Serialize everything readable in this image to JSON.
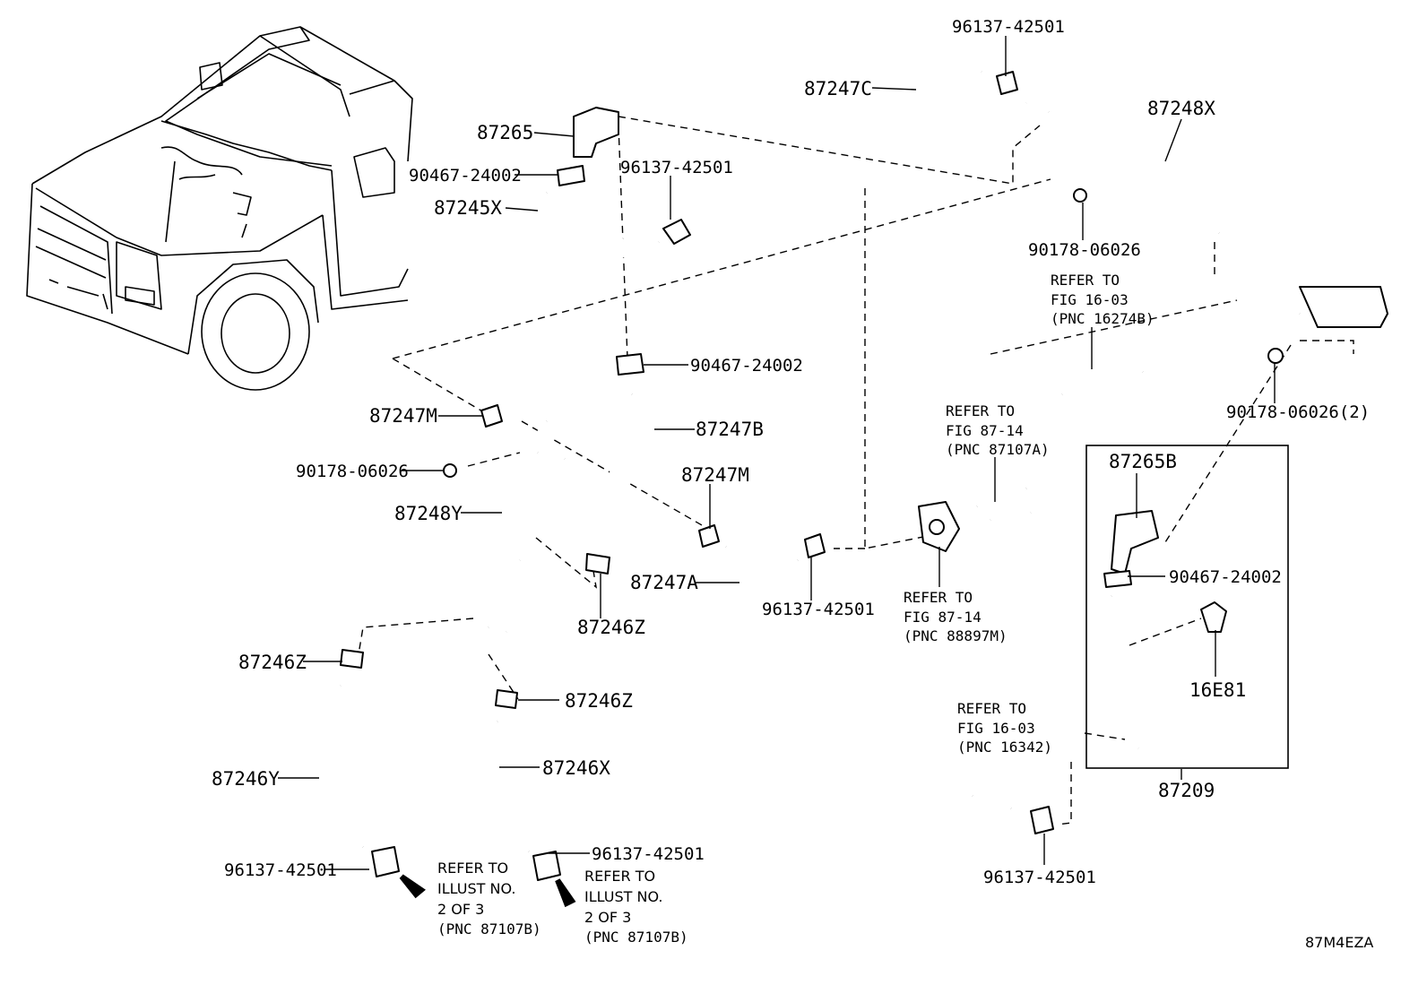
{
  "diagram_id": "87M4EZA",
  "labels": {
    "p87265": "87265",
    "p90467_top": "90467-24002",
    "p87245X": "87245X",
    "p96137_a": "96137-42501",
    "p96137_top": "96137-42501",
    "p87247C": "87247C",
    "p87248X": "87248X",
    "p90178_a": "90178-06026",
    "p90178_b": "90178-06026(2)",
    "p90467_mid": "90467-24002",
    "p87247M_a": "87247M",
    "p90178_c": "90178-06026",
    "p87247B": "87247B",
    "p87248Y": "87248Y",
    "p87247M_b": "87247M",
    "p87246Z_a": "87246Z",
    "p87247A": "87247A",
    "p96137_b": "96137-42501",
    "p87246Z_b": "87246Z",
    "p87246Z_c": "87246Z",
    "p87246Y": "87246Y",
    "p87246X": "87246X",
    "p96137_c": "96137-42501",
    "p96137_d": "96137-42501",
    "p87265B": "87265B",
    "p90467_box": "90467-24002",
    "p16E81": "16E81",
    "p87209": "87209",
    "p96137_e": "96137-42501"
  },
  "notes": {
    "fig1603_16274B": [
      "REFER TO",
      "FIG 16-03",
      "(PNC 16274B)"
    ],
    "fig8714_87107A": [
      "REFER TO",
      "FIG 87-14",
      "(PNC 87107A)"
    ],
    "fig8714_88897M": [
      "REFER TO",
      "FIG 87-14",
      "(PNC 88897M)"
    ],
    "fig1603_16342": [
      "REFER TO",
      "FIG 16-03",
      "(PNC 16342)"
    ],
    "illust_left": [
      "REFER TO",
      "ILLUST NO.",
      "2 OF 3",
      "(PNC 87107B)"
    ],
    "illust_right": [
      "REFER TO",
      "ILLUST NO.",
      "2 OF 3",
      "(PNC 87107B)"
    ]
  }
}
